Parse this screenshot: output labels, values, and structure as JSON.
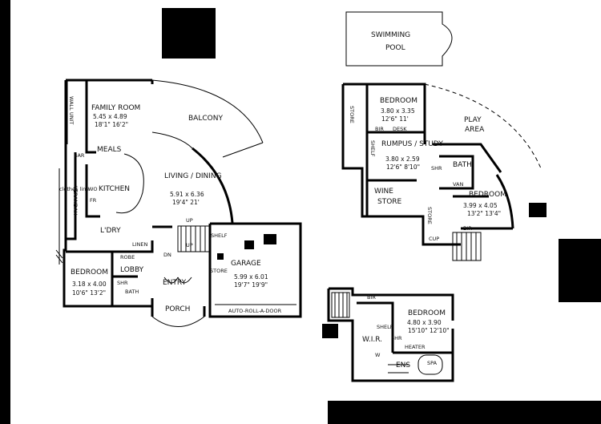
{
  "ground": {
    "family_room": {
      "name": "FAMILY ROOM",
      "dim_m": "5.45 x 4.89",
      "dim_ft": "18'1\"  16'2\""
    },
    "balcony": "BALCONY",
    "meals": "MEALS",
    "bar": "BAR",
    "kitchen": "KITCHEN",
    "wo": "WO",
    "fr": "FR",
    "living_dining": {
      "name": "LIVING / DINING",
      "dim_m": "5.91 x 6.36",
      "dim_ft": "19'4\"  21'"
    },
    "l_dry": "L'DRY",
    "linen": "LINEN",
    "robe": "ROBE",
    "lobby": "LOBBY",
    "bedroom": {
      "name": "BEDROOM",
      "dim_m": "3.18 x 4.00",
      "dim_ft": "10'6\"  13'2\""
    },
    "shr": "SHR",
    "bath": "BATH",
    "entry": "ENTRY",
    "porch": "PORCH",
    "garage": {
      "name": "GARAGE",
      "dim_m": "5.99 x 6.01",
      "dim_ft": "19'7\"  19'9\""
    },
    "garage_door": "AUTO-ROLL-A-DOOR",
    "store": "STORE",
    "shelf": "SHELF",
    "up": "UP",
    "dn": "DN",
    "clothes_line": "clothes line",
    "verandah": "VERANDAH",
    "wall_unit": "WALL UNIT"
  },
  "upper": {
    "swimming": "SWIMMING",
    "pool": "POOL",
    "bedroom1": {
      "name": "BEDROOM",
      "dim_m": "3.80 x 3.35",
      "dim_ft": "12'6\"  11'"
    },
    "bir": "BIR",
    "desk": "DESK",
    "rumpus_study": {
      "name": "RUMPUS / STUDY",
      "dim_m": "3.80 x 2.59",
      "dim_ft": "12'6\"  8'10\""
    },
    "play": "PLAY",
    "area": "AREA",
    "bath": "BATH",
    "shr": "SHR",
    "vanity": "VAN",
    "wine": "WINE",
    "store": "STORE",
    "shelf": "SHELF",
    "bedroom2": {
      "name": "BEDROOM",
      "dim_m": "3.99 x 4.05",
      "dim_ft": "13'2\"  13'4\""
    },
    "cup": "CUP"
  },
  "top": {
    "bir": "BIR",
    "bedroom": {
      "name": "BEDROOM",
      "dim_m": "4.80 x 3.90",
      "dim_ft": "15'10\"  12'10\""
    },
    "shelf": "SHELF",
    "wir": "W.I.R.",
    "shr": "SHR",
    "heater": "HEATER",
    "ens": "ENS",
    "spa": "SPA",
    "w": "W"
  }
}
